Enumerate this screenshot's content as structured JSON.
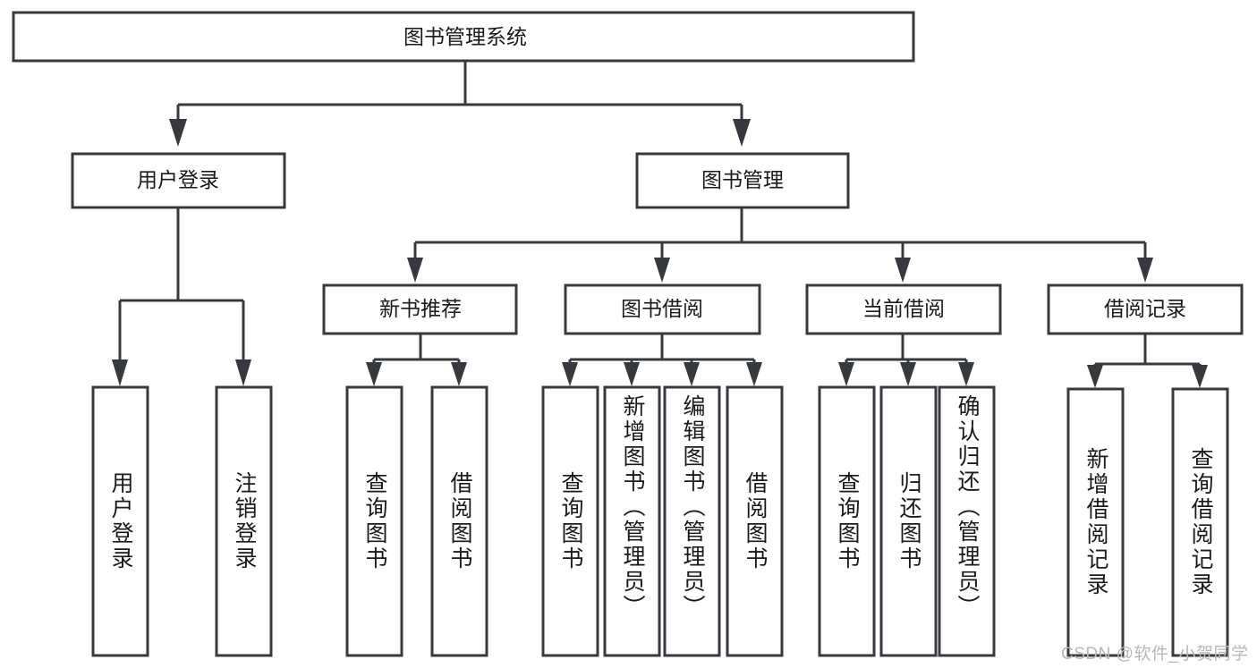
{
  "diagram": {
    "title": "图书管理系统",
    "type": "hierarchy-tree",
    "watermark": "CSDN @软件_小贺同学",
    "colors": {
      "stroke": "#36393d",
      "fill": "#ffffff",
      "text": "#1a1a1a",
      "watermark": "#b8b8b8"
    },
    "root": {
      "label": "图书管理系统"
    },
    "level2": [
      {
        "label": "用户登录"
      },
      {
        "label": "图书管理"
      }
    ],
    "level3": [
      {
        "label": "新书推荐"
      },
      {
        "label": "图书借阅"
      },
      {
        "label": "当前借阅"
      },
      {
        "label": "借阅记录"
      }
    ],
    "leaves": {
      "user_login": [
        {
          "label": "用户登录"
        },
        {
          "label": "注销登录"
        }
      ],
      "new_book_recommend": [
        {
          "label": "查询图书"
        },
        {
          "label": "借阅图书"
        }
      ],
      "book_borrow": [
        {
          "label": "查询图书"
        },
        {
          "label": "新增图书（管理员）"
        },
        {
          "label": "编辑图书（管理员）"
        },
        {
          "label": "借阅图书"
        }
      ],
      "current_borrow": [
        {
          "label": "查询图书"
        },
        {
          "label": "归还图书"
        },
        {
          "label": "确认归还（管理员）"
        }
      ],
      "borrow_record": [
        {
          "label": "新增借阅记录"
        },
        {
          "label": "查询借阅记录"
        }
      ]
    }
  }
}
